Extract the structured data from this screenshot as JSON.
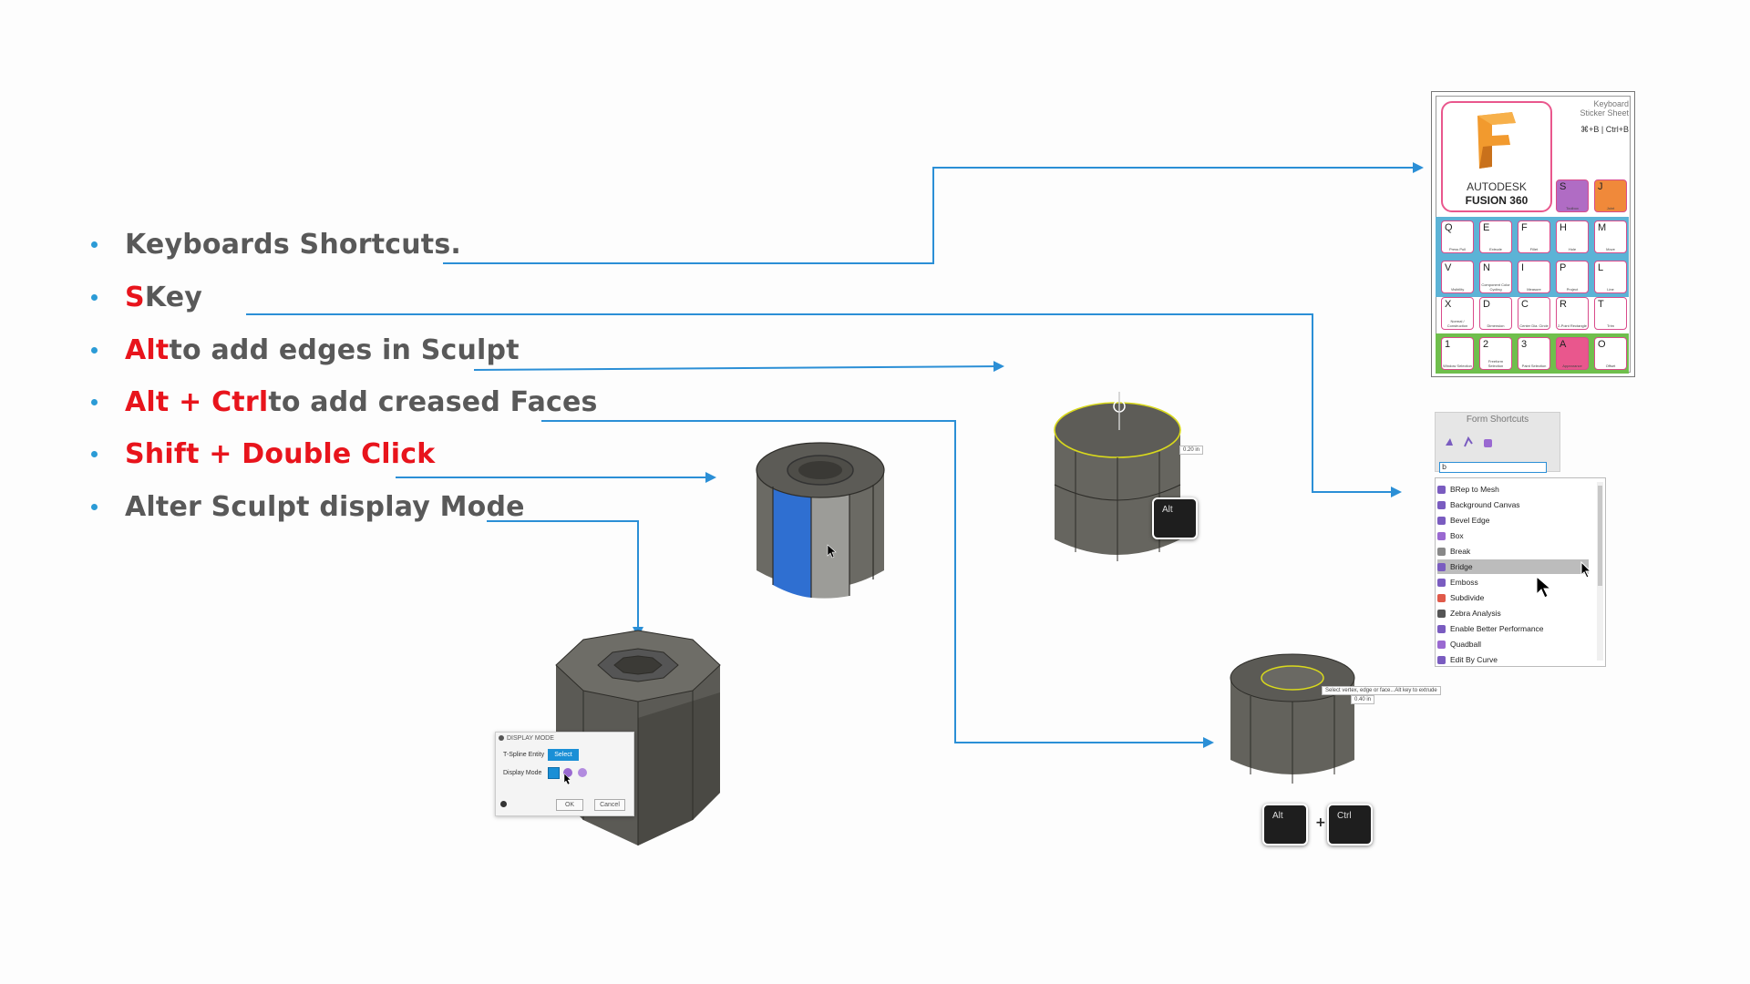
{
  "bullets": [
    {
      "parts": [
        {
          "text": "Keyboards Shortcuts.",
          "color": "gray"
        }
      ]
    },
    {
      "parts": [
        {
          "text": "S",
          "color": "red"
        },
        {
          "text": " Key",
          "color": "gray"
        }
      ]
    },
    {
      "parts": [
        {
          "text": "Alt",
          "color": "red"
        },
        {
          "text": " to add edges in Sculpt",
          "color": "gray"
        }
      ]
    },
    {
      "parts": [
        {
          "text": "Alt + Ctrl",
          "color": "red"
        },
        {
          "text": " to add creased Faces",
          "color": "gray"
        }
      ]
    },
    {
      "parts": [
        {
          "text": "Shift + Double Click",
          "color": "red"
        }
      ]
    },
    {
      "parts": [
        {
          "text": "Alter Sculpt display Mode",
          "color": "gray"
        }
      ]
    }
  ],
  "colors": {
    "accent": "#2b9bd6",
    "red": "#e8141c",
    "text": "#595959",
    "line": "#2b8fd6"
  },
  "sticker_sheet": {
    "title_line1": "Keyboard",
    "title_line2": "Sticker Sheet",
    "shortcut_line": "⌘+B | Ctrl+B",
    "brand_line1": "AUTODESK",
    "brand_line2": "FUSION 360",
    "rows": [
      [
        {
          "k": "S",
          "t": "Toolbox"
        },
        {
          "k": "J",
          "t": "Joint"
        }
      ],
      [
        {
          "k": "Q",
          "t": "Press Pull"
        },
        {
          "k": "E",
          "t": "Extrude"
        },
        {
          "k": "F",
          "t": "Fillet"
        },
        {
          "k": "H",
          "t": "Hole"
        },
        {
          "k": "M",
          "t": "Move"
        }
      ],
      [
        {
          "k": "V",
          "t": "Visibility"
        },
        {
          "k": "N",
          "t": "Component Color Cycling"
        },
        {
          "k": "I",
          "t": "Measure"
        },
        {
          "k": "P",
          "t": "Project"
        },
        {
          "k": "L",
          "t": "Line"
        }
      ],
      [
        {
          "k": "X",
          "t": "Normal / Construction"
        },
        {
          "k": "D",
          "t": "Dimension"
        },
        {
          "k": "C",
          "t": "Center Dia. Circle"
        },
        {
          "k": "R",
          "t": "2-Point Rectangle"
        },
        {
          "k": "T",
          "t": "Trim"
        }
      ],
      [
        {
          "k": "1",
          "t": "Window Selection"
        },
        {
          "k": "2",
          "t": "Freeform Selection"
        },
        {
          "k": "3",
          "t": "Paint Selection"
        },
        {
          "k": "A",
          "t": "Appearance"
        },
        {
          "k": "O",
          "t": "Offset"
        }
      ]
    ]
  },
  "form_shortcuts": {
    "title": "Form Shortcuts",
    "search_value": "b",
    "items": [
      {
        "label": "BRep to Mesh",
        "icon": "brep-mesh-icon"
      },
      {
        "label": "Background Canvas",
        "icon": "canvas-icon"
      },
      {
        "label": "Bevel Edge",
        "icon": "bevel-edge-icon"
      },
      {
        "label": "Box",
        "icon": "box-icon"
      },
      {
        "label": "Break",
        "icon": "break-icon"
      },
      {
        "label": "Bridge",
        "icon": "bridge-icon",
        "selected": true
      },
      {
        "label": "Emboss",
        "icon": "emboss-icon"
      },
      {
        "label": "Subdivide",
        "icon": "subdivide-icon"
      },
      {
        "label": "Zebra Analysis",
        "icon": "zebra-icon"
      },
      {
        "label": "Enable Better Performance",
        "icon": "performance-icon"
      },
      {
        "label": "Quadball",
        "icon": "quadball-icon"
      },
      {
        "label": "Edit By Curve",
        "icon": "edit-curve-icon"
      }
    ]
  },
  "display_mode_dialog": {
    "header": "DISPLAY MODE",
    "entity_label": "T-Spline Entity",
    "select_label": "Select",
    "mode_label": "Display Mode",
    "ok_label": "OK",
    "cancel_label": "Cancel"
  },
  "keys": {
    "alt": "Alt",
    "ctrl": "Ctrl",
    "plus": "+"
  },
  "tooltips": {
    "extrude_value_1": "0.20 in",
    "extrude_value_2": "0.40 in",
    "hint": "Select vertex, edge or face...Alt key to extrude"
  }
}
